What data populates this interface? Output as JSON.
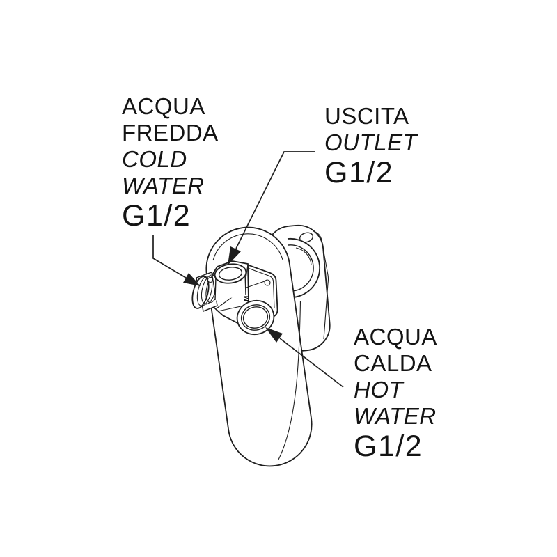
{
  "page": {
    "background": "#ffffff",
    "text_color": "#141414",
    "line_color": "#1f1f1f"
  },
  "labels": {
    "cold": {
      "italian": [
        "ACQUA",
        "FREDDA"
      ],
      "english": [
        "COLD",
        "WATER"
      ],
      "thread": "G1/2"
    },
    "outlet": {
      "italian": [
        "USCITA"
      ],
      "english": [
        "OUTLET"
      ],
      "thread": "G1/2"
    },
    "hot": {
      "italian": [
        "ACQUA",
        "CALDA"
      ],
      "english": [
        "HOT",
        "WATER"
      ],
      "thread": "G1/2"
    }
  },
  "drawing": {
    "body_mark": "M"
  }
}
